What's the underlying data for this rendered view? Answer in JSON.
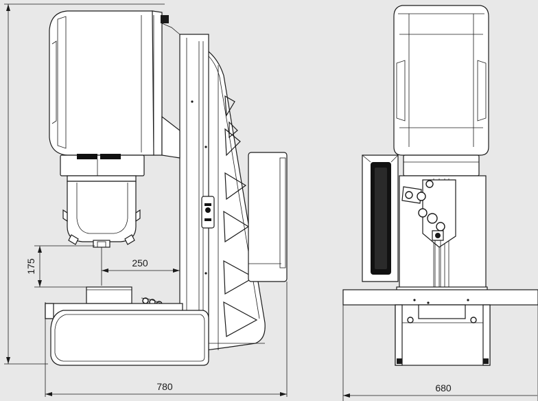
{
  "dimensions": {
    "width_front": "780",
    "width_side": "680",
    "travel_z": "175",
    "throat": "250"
  },
  "colors": {
    "background": "#e8e8e8",
    "line": "#1a1a1a",
    "fill": "#ffffff",
    "dark": "#111111"
  }
}
